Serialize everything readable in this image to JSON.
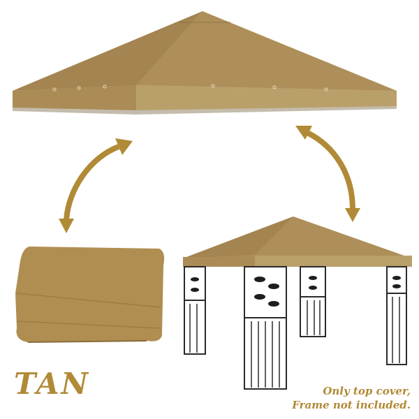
{
  "colors": {
    "canopy_light": "#b9a06a",
    "canopy_mid": "#ae8f5a",
    "canopy_dark": "#a48450",
    "arrow": "#b08a36",
    "text_accent": "#b08a36",
    "frame": "#2a2a2a"
  },
  "labels": {
    "color_name": "TAN",
    "note_line1": "Only top cover,",
    "note_line2": "Frame not included."
  },
  "images": {
    "top_canopy": "canopy-cover",
    "folded_fabric": "folded-canopy",
    "gazebo": "gazebo-with-canopy",
    "arrow_left": "double-arrow-curved",
    "arrow_right": "double-arrow-curved"
  }
}
